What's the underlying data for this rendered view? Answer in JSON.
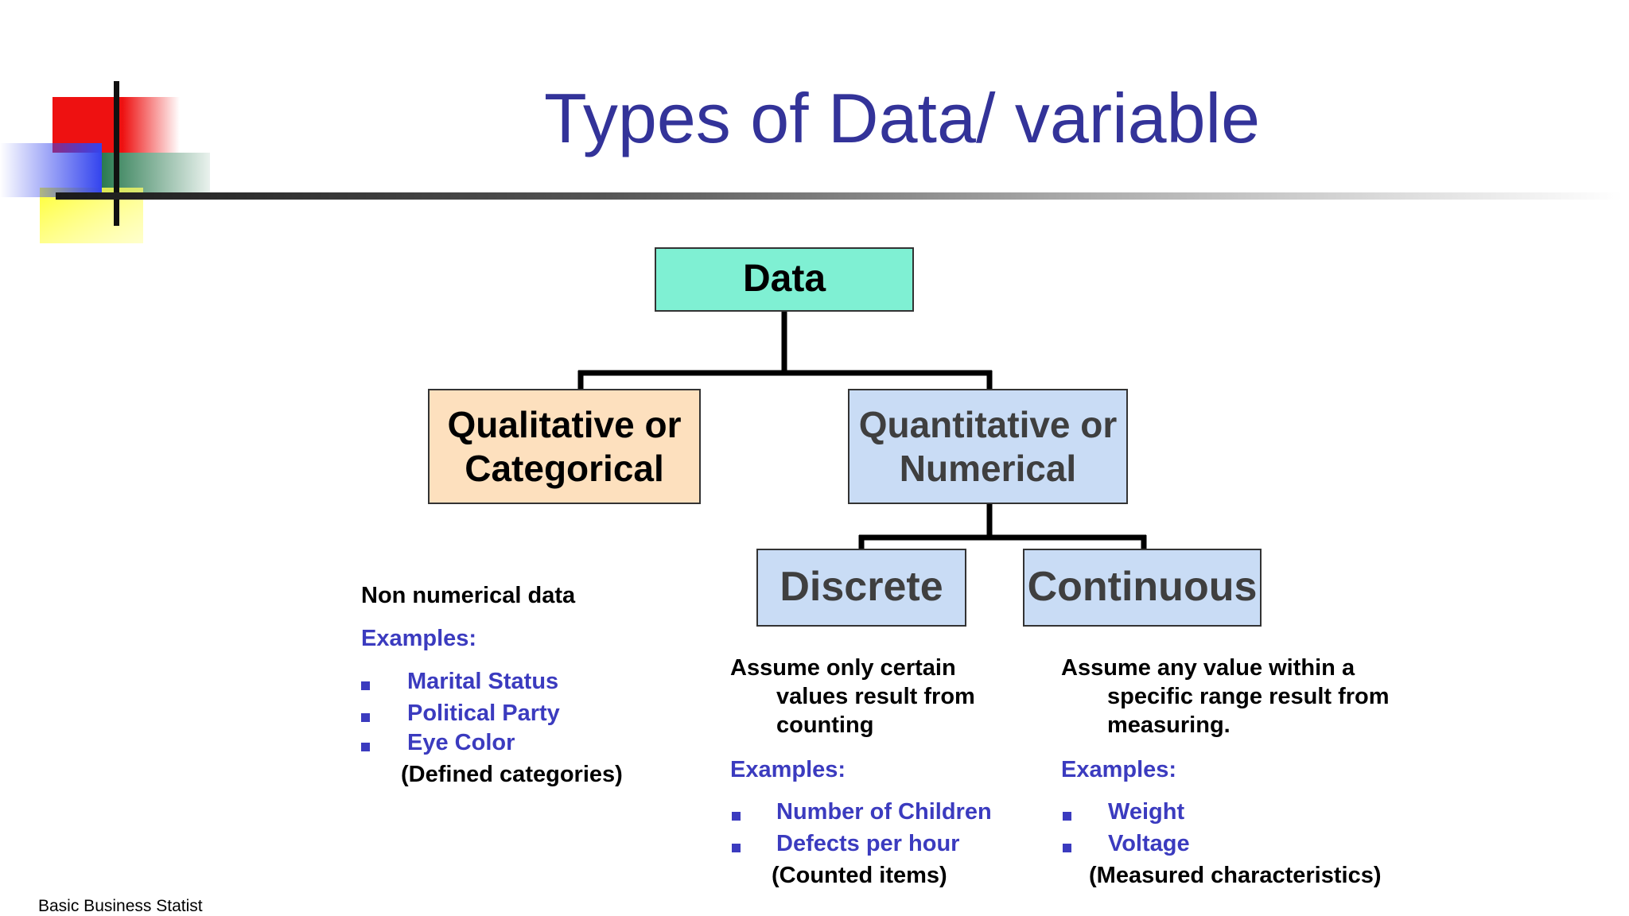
{
  "slide": {
    "title": "Types of Data/ variable",
    "footer": "Basic Business Statist"
  },
  "diagram": {
    "root": "Data",
    "qualitative": {
      "line1": "Qualitative or",
      "line2": "Categorical"
    },
    "quantitative": {
      "line1": "Quantitative or",
      "line2": "Numerical"
    },
    "discrete": "Discrete",
    "continuous": "Continuous"
  },
  "qualitative_info": {
    "description": "Non numerical data",
    "examples_label": "Examples:",
    "examples": [
      "Marital Status",
      "Political Party",
      "Eye Color"
    ],
    "note": "(Defined categories)"
  },
  "discrete_info": {
    "desc_lines": [
      "Assume only certain",
      "values result from",
      "counting"
    ],
    "examples_label": "Examples:",
    "examples": [
      "Number of Children",
      "Defects per hour"
    ],
    "note": "(Counted items)"
  },
  "continuous_info": {
    "desc_lines": [
      "Assume any value within a",
      "specific range result from",
      "measuring."
    ],
    "examples_label": "Examples:",
    "examples": [
      "Weight",
      "Voltage"
    ],
    "note": "(Measured characteristics)"
  },
  "colors": {
    "title": "#333399",
    "root_box": "#7ff0d3",
    "qualitative_box": "#fde0be",
    "numeric_boxes": "#c9dcf5",
    "example_text": "#3b3bbf"
  }
}
